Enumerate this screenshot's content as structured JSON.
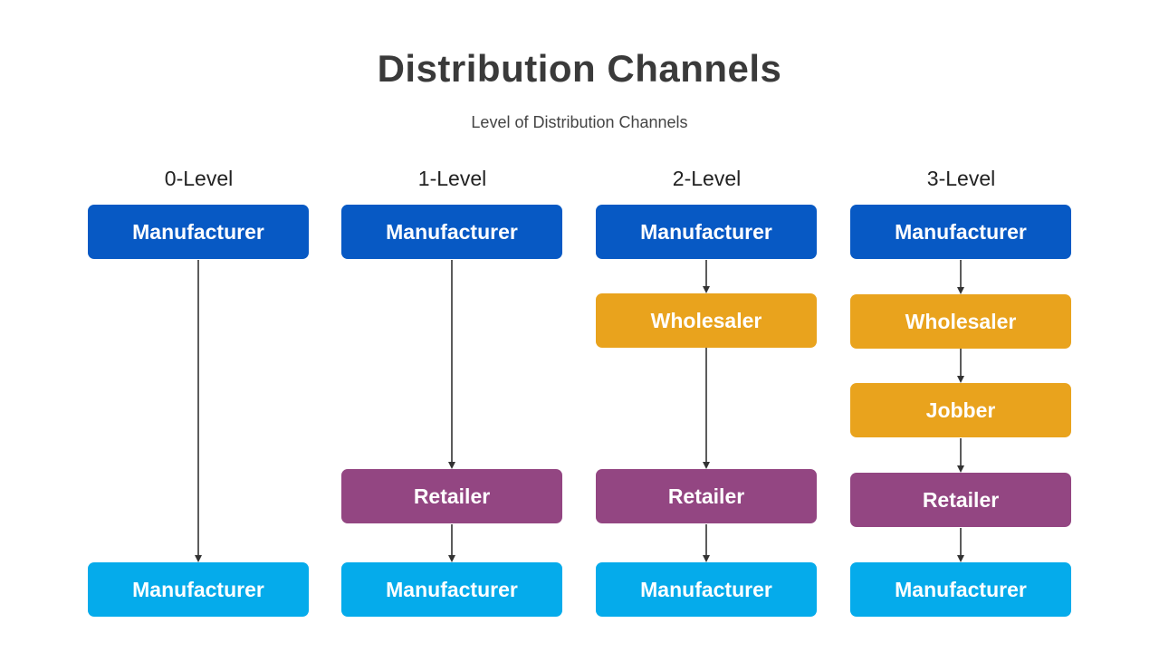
{
  "title": "Distribution Channels",
  "subtitle": "Level of Distribution Channels",
  "colors": {
    "manufacturer_top": "#0759c4",
    "manufacturer_bottom": "#05abeb",
    "intermediary": "#e9a31d",
    "retailer": "#934682",
    "arrow": "#333333"
  },
  "columns": [
    {
      "header": "0-Level",
      "top": "Manufacturer",
      "bottom": "Manufacturer"
    },
    {
      "header": "1-Level",
      "top": "Manufacturer",
      "retailer": "Retailer",
      "bottom": "Manufacturer"
    },
    {
      "header": "2-Level",
      "top": "Manufacturer",
      "wholesaler": "Wholesaler",
      "retailer": "Retailer",
      "bottom": "Manufacturer"
    },
    {
      "header": "3-Level",
      "top": "Manufacturer",
      "wholesaler": "Wholesaler",
      "jobber": "Jobber",
      "retailer": "Retailer",
      "bottom": "Manufacturer"
    }
  ]
}
